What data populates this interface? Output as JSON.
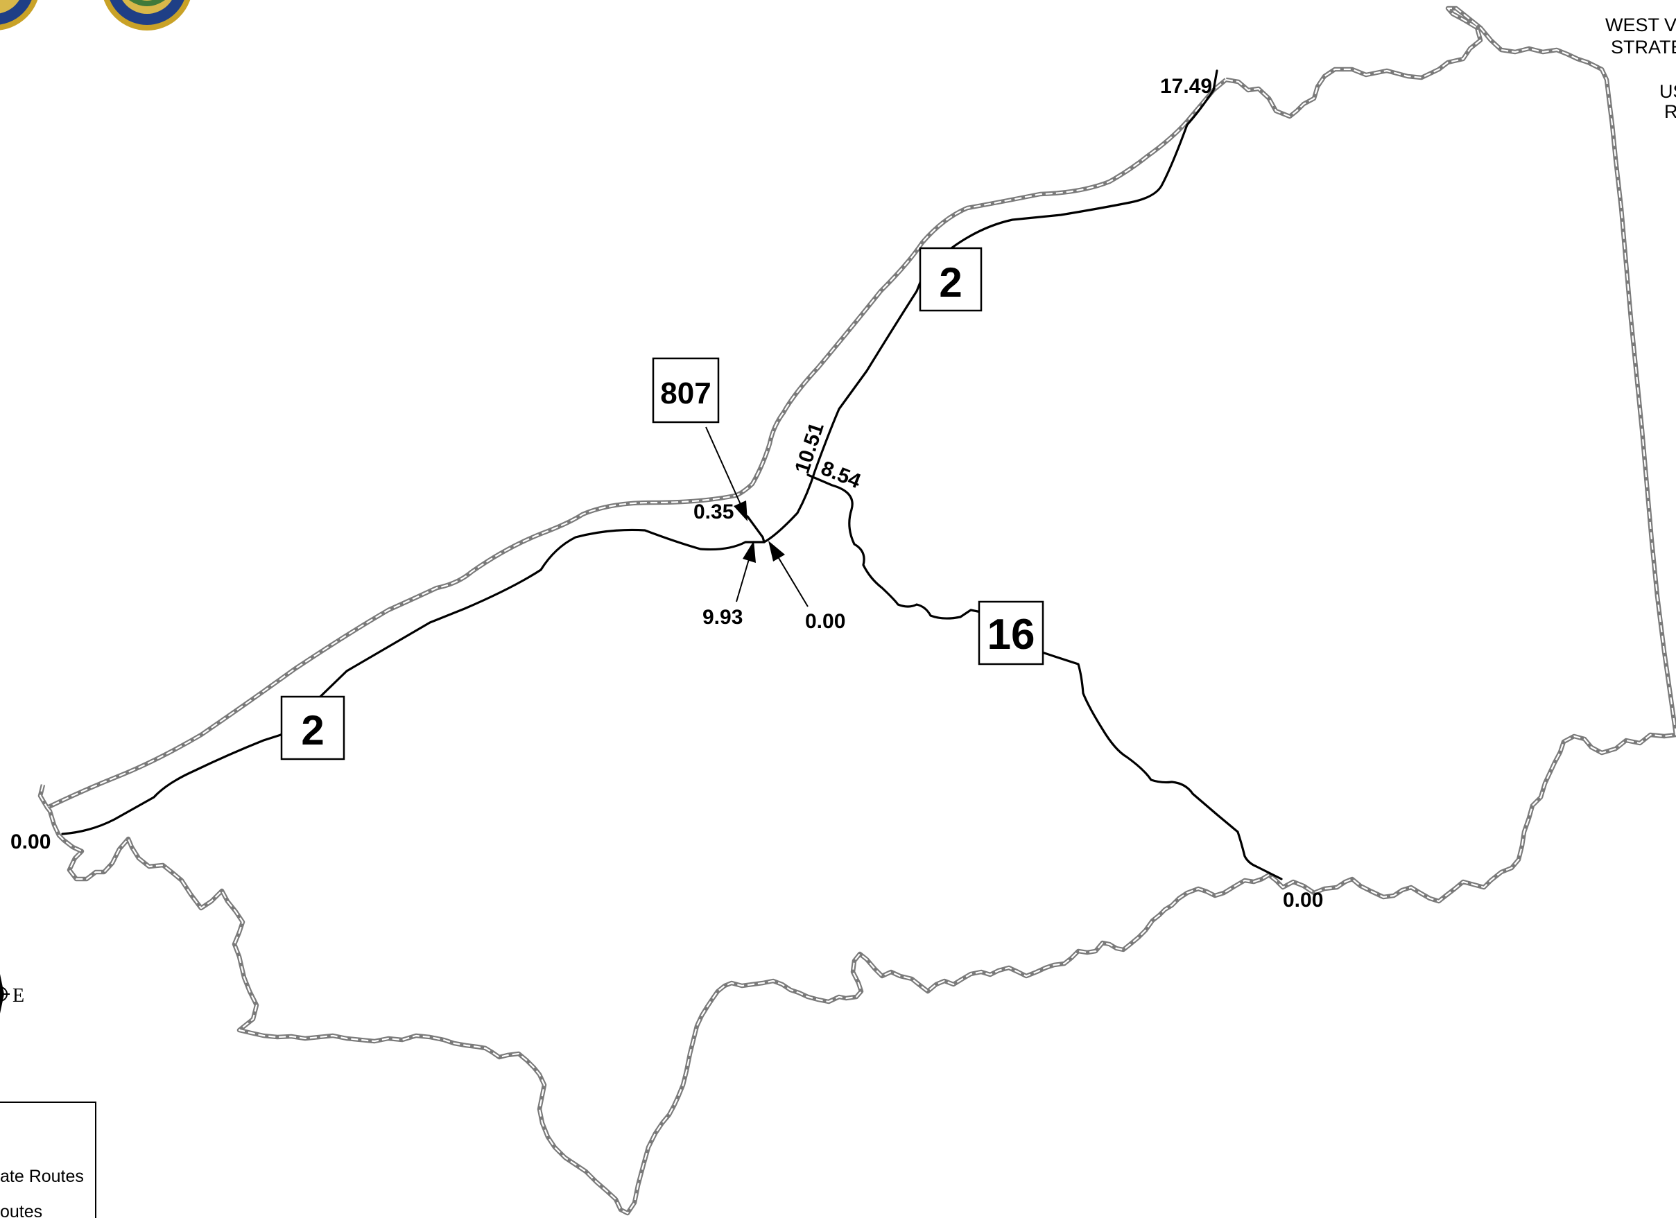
{
  "header": {
    "title_line1": "WEST V",
    "title_line2": "STRATE",
    "title_line3": "US",
    "title_line4": "R"
  },
  "routes": {
    "shield_2_north": "2",
    "shield_2_south": "2",
    "shield_807": "807",
    "shield_16": "16"
  },
  "mileposts": {
    "mp_17_49": "17.49",
    "mp_10_51": "10.51",
    "mp_8_54": "8.54",
    "mp_0_35": "0.35",
    "mp_9_93": "9.93",
    "mp_0_00_junction": "0.00",
    "mp_0_00_west": "0.00",
    "mp_0_00_south": "0.00"
  },
  "compass": {
    "east_letter": "E"
  },
  "legend": {
    "item1": "ate Routes",
    "item2": "outes"
  },
  "colors": {
    "route_line": "#000000",
    "county_border": "#7a7a7a",
    "background": "#ffffff"
  }
}
